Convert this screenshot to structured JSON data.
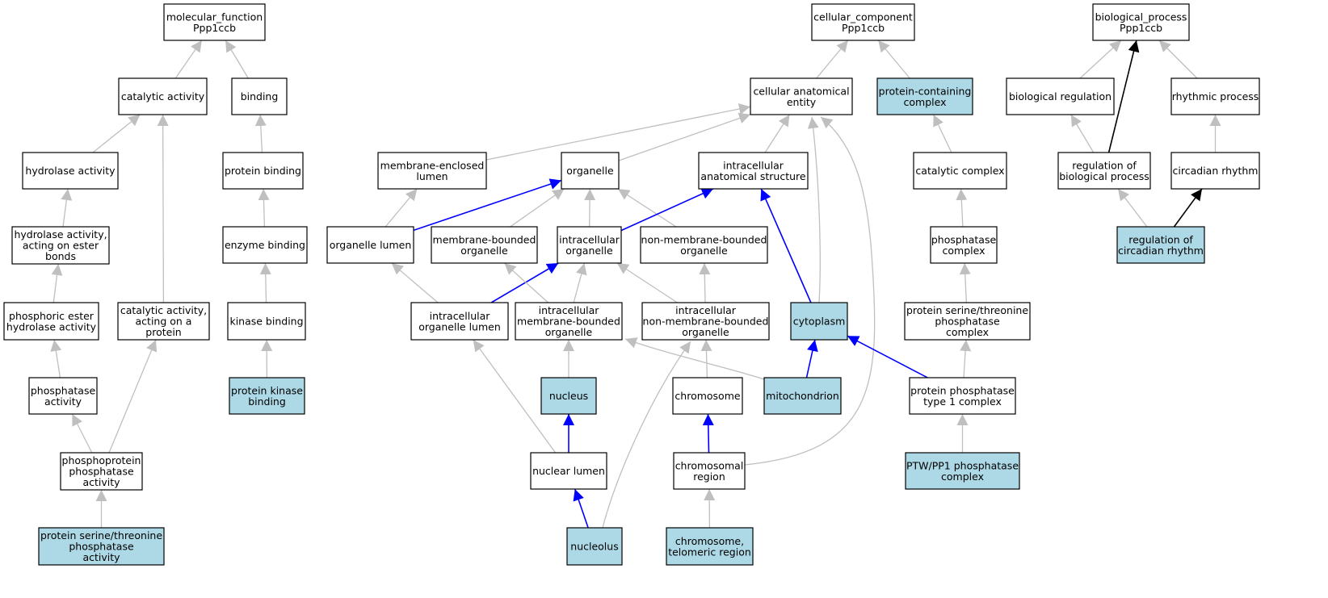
{
  "colors": {
    "annotated_fill": "#add8e6",
    "default_fill": "#ffffff",
    "edge_gray": "#bfbfbf",
    "edge_blue": "#0000ff",
    "edge_black": "#000000"
  },
  "nodes": [
    {
      "id": "mf_root",
      "lines": [
        "molecular_function",
        "Ppp1ccb"
      ],
      "annotated": false
    },
    {
      "id": "catalytic_activity",
      "lines": [
        "catalytic activity"
      ],
      "annotated": false
    },
    {
      "id": "binding",
      "lines": [
        "binding"
      ],
      "annotated": false
    },
    {
      "id": "hydrolase_activity",
      "lines": [
        "hydrolase activity"
      ],
      "annotated": false
    },
    {
      "id": "protein_binding",
      "lines": [
        "protein binding"
      ],
      "annotated": false
    },
    {
      "id": "hydrolase_ester",
      "lines": [
        "hydrolase activity,",
        "acting on ester",
        "bonds"
      ],
      "annotated": false
    },
    {
      "id": "enzyme_binding",
      "lines": [
        "enzyme binding"
      ],
      "annotated": false
    },
    {
      "id": "phosphoric_ester",
      "lines": [
        "phosphoric ester",
        "hydrolase activity"
      ],
      "annotated": false
    },
    {
      "id": "catalytic_on_protein",
      "lines": [
        "catalytic activity,",
        "acting on a",
        "protein"
      ],
      "annotated": false
    },
    {
      "id": "kinase_binding",
      "lines": [
        "kinase binding"
      ],
      "annotated": false
    },
    {
      "id": "phosphatase_activity",
      "lines": [
        "phosphatase",
        "activity"
      ],
      "annotated": false
    },
    {
      "id": "protein_kinase_binding",
      "lines": [
        "protein kinase",
        "binding"
      ],
      "annotated": true
    },
    {
      "id": "phosphoprotein_phosphatase",
      "lines": [
        "phosphoprotein",
        "phosphatase",
        "activity"
      ],
      "annotated": false
    },
    {
      "id": "ser_thr_phosphatase_activity",
      "lines": [
        "protein serine/threonine",
        "phosphatase",
        "activity"
      ],
      "annotated": true
    },
    {
      "id": "cc_root",
      "lines": [
        "cellular_component",
        "Ppp1ccb"
      ],
      "annotated": false
    },
    {
      "id": "cellular_anatomical_entity",
      "lines": [
        "cellular anatomical",
        "entity"
      ],
      "annotated": false
    },
    {
      "id": "protein_containing_complex",
      "lines": [
        "protein-containing",
        "complex"
      ],
      "annotated": true
    },
    {
      "id": "membrane_enclosed_lumen",
      "lines": [
        "membrane-enclosed",
        "lumen"
      ],
      "annotated": false
    },
    {
      "id": "organelle",
      "lines": [
        "organelle"
      ],
      "annotated": false
    },
    {
      "id": "intracellular_anatomical_structure",
      "lines": [
        "intracellular",
        "anatomical structure"
      ],
      "annotated": false
    },
    {
      "id": "catalytic_complex",
      "lines": [
        "catalytic complex"
      ],
      "annotated": false
    },
    {
      "id": "organelle_lumen",
      "lines": [
        "organelle lumen"
      ],
      "annotated": false
    },
    {
      "id": "membrane_bounded_organelle",
      "lines": [
        "membrane-bounded",
        "organelle"
      ],
      "annotated": false
    },
    {
      "id": "intracellular_organelle",
      "lines": [
        "intracellular",
        "organelle"
      ],
      "annotated": false
    },
    {
      "id": "non_membrane_bounded_organelle",
      "lines": [
        "non-membrane-bounded",
        "organelle"
      ],
      "annotated": false
    },
    {
      "id": "phosphatase_complex",
      "lines": [
        "phosphatase",
        "complex"
      ],
      "annotated": false
    },
    {
      "id": "intracellular_organelle_lumen",
      "lines": [
        "intracellular",
        "organelle lumen"
      ],
      "annotated": false
    },
    {
      "id": "intracellular_mb_organelle",
      "lines": [
        "intracellular",
        "membrane-bounded",
        "organelle"
      ],
      "annotated": false
    },
    {
      "id": "intracellular_nmb_organelle",
      "lines": [
        "intracellular",
        "non-membrane-bounded",
        "organelle"
      ],
      "annotated": false
    },
    {
      "id": "cytoplasm",
      "lines": [
        "cytoplasm"
      ],
      "annotated": true
    },
    {
      "id": "ser_thr_phosphatase_complex",
      "lines": [
        "protein serine/threonine",
        "phosphatase",
        "complex"
      ],
      "annotated": false
    },
    {
      "id": "nucleus",
      "lines": [
        "nucleus"
      ],
      "annotated": true
    },
    {
      "id": "chromosome",
      "lines": [
        "chromosome"
      ],
      "annotated": false
    },
    {
      "id": "mitochondrion",
      "lines": [
        "mitochondrion"
      ],
      "annotated": true
    },
    {
      "id": "pp1_complex",
      "lines": [
        "protein phosphatase",
        "type 1 complex"
      ],
      "annotated": false
    },
    {
      "id": "nuclear_lumen",
      "lines": [
        "nuclear lumen"
      ],
      "annotated": false
    },
    {
      "id": "chromosomal_region",
      "lines": [
        "chromosomal",
        "region"
      ],
      "annotated": false
    },
    {
      "id": "ptw_pp1_complex",
      "lines": [
        "PTW/PP1 phosphatase",
        "complex"
      ],
      "annotated": true
    },
    {
      "id": "nucleolus",
      "lines": [
        "nucleolus"
      ],
      "annotated": true
    },
    {
      "id": "telomeric_region",
      "lines": [
        "chromosome,",
        "telomeric region"
      ],
      "annotated": true
    },
    {
      "id": "bp_root",
      "lines": [
        "biological_process",
        "Ppp1ccb"
      ],
      "annotated": false
    },
    {
      "id": "biological_regulation",
      "lines": [
        "biological regulation"
      ],
      "annotated": false
    },
    {
      "id": "rhythmic_process",
      "lines": [
        "rhythmic process"
      ],
      "annotated": false
    },
    {
      "id": "regulation_biological_process",
      "lines": [
        "regulation of",
        "biological process"
      ],
      "annotated": false
    },
    {
      "id": "circadian_rhythm",
      "lines": [
        "circadian rhythm"
      ],
      "annotated": false
    },
    {
      "id": "regulation_circadian_rhythm",
      "lines": [
        "regulation of",
        "circadian rhythm"
      ],
      "annotated": true
    }
  ],
  "edges": [
    {
      "from": "catalytic_activity",
      "to": "mf_root",
      "kind": "is_a"
    },
    {
      "from": "binding",
      "to": "mf_root",
      "kind": "is_a"
    },
    {
      "from": "hydrolase_activity",
      "to": "catalytic_activity",
      "kind": "is_a"
    },
    {
      "from": "catalytic_on_protein",
      "to": "catalytic_activity",
      "kind": "is_a"
    },
    {
      "from": "protein_binding",
      "to": "binding",
      "kind": "is_a"
    },
    {
      "from": "hydrolase_ester",
      "to": "hydrolase_activity",
      "kind": "is_a"
    },
    {
      "from": "enzyme_binding",
      "to": "protein_binding",
      "kind": "is_a"
    },
    {
      "from": "phosphoric_ester",
      "to": "hydrolase_ester",
      "kind": "is_a"
    },
    {
      "from": "kinase_binding",
      "to": "enzyme_binding",
      "kind": "is_a"
    },
    {
      "from": "phosphatase_activity",
      "to": "phosphoric_ester",
      "kind": "is_a"
    },
    {
      "from": "protein_kinase_binding",
      "to": "kinase_binding",
      "kind": "is_a"
    },
    {
      "from": "phosphoprotein_phosphatase",
      "to": "phosphatase_activity",
      "kind": "is_a"
    },
    {
      "from": "phosphoprotein_phosphatase",
      "to": "catalytic_on_protein",
      "kind": "is_a"
    },
    {
      "from": "ser_thr_phosphatase_activity",
      "to": "phosphoprotein_phosphatase",
      "kind": "is_a"
    },
    {
      "from": "cellular_anatomical_entity",
      "to": "cc_root",
      "kind": "is_a"
    },
    {
      "from": "protein_containing_complex",
      "to": "cc_root",
      "kind": "is_a"
    },
    {
      "from": "membrane_enclosed_lumen",
      "to": "cellular_anatomical_entity",
      "kind": "is_a"
    },
    {
      "from": "organelle",
      "to": "cellular_anatomical_entity",
      "kind": "is_a"
    },
    {
      "from": "intracellular_anatomical_structure",
      "to": "cellular_anatomical_entity",
      "kind": "is_a"
    },
    {
      "from": "cytoplasm",
      "to": "cellular_anatomical_entity",
      "kind": "is_a"
    },
    {
      "from": "chromosomal_region",
      "to": "cellular_anatomical_entity",
      "kind": "is_a"
    },
    {
      "from": "catalytic_complex",
      "to": "protein_containing_complex",
      "kind": "is_a"
    },
    {
      "from": "organelle_lumen",
      "to": "membrane_enclosed_lumen",
      "kind": "is_a"
    },
    {
      "from": "organelle_lumen",
      "to": "organelle",
      "kind": "part_of"
    },
    {
      "from": "membrane_bounded_organelle",
      "to": "organelle",
      "kind": "is_a"
    },
    {
      "from": "intracellular_organelle",
      "to": "organelle",
      "kind": "is_a"
    },
    {
      "from": "non_membrane_bounded_organelle",
      "to": "organelle",
      "kind": "is_a"
    },
    {
      "from": "intracellular_organelle",
      "to": "intracellular_anatomical_structure",
      "kind": "part_of"
    },
    {
      "from": "cytoplasm",
      "to": "intracellular_anatomical_structure",
      "kind": "part_of"
    },
    {
      "from": "phosphatase_complex",
      "to": "catalytic_complex",
      "kind": "is_a"
    },
    {
      "from": "intracellular_organelle_lumen",
      "to": "organelle_lumen",
      "kind": "is_a"
    },
    {
      "from": "intracellular_organelle_lumen",
      "to": "intracellular_organelle",
      "kind": "part_of"
    },
    {
      "from": "intracellular_mb_organelle",
      "to": "membrane_bounded_organelle",
      "kind": "is_a"
    },
    {
      "from": "intracellular_mb_organelle",
      "to": "intracellular_organelle",
      "kind": "is_a"
    },
    {
      "from": "intracellular_nmb_organelle",
      "to": "intracellular_organelle",
      "kind": "is_a"
    },
    {
      "from": "intracellular_nmb_organelle",
      "to": "non_membrane_bounded_organelle",
      "kind": "is_a"
    },
    {
      "from": "ser_thr_phosphatase_complex",
      "to": "phosphatase_complex",
      "kind": "is_a"
    },
    {
      "from": "nucleus",
      "to": "intracellular_mb_organelle",
      "kind": "is_a"
    },
    {
      "from": "chromosome",
      "to": "intracellular_nmb_organelle",
      "kind": "is_a"
    },
    {
      "from": "mitochondrion",
      "to": "intracellular_mb_organelle",
      "kind": "is_a"
    },
    {
      "from": "mitochondrion",
      "to": "cytoplasm",
      "kind": "part_of"
    },
    {
      "from": "pp1_complex",
      "to": "ser_thr_phosphatase_complex",
      "kind": "is_a"
    },
    {
      "from": "pp1_complex",
      "to": "cytoplasm",
      "kind": "part_of"
    },
    {
      "from": "nuclear_lumen",
      "to": "intracellular_organelle_lumen",
      "kind": "is_a"
    },
    {
      "from": "nuclear_lumen",
      "to": "nucleus",
      "kind": "part_of"
    },
    {
      "from": "chromosomal_region",
      "to": "chromosome",
      "kind": "part_of"
    },
    {
      "from": "ptw_pp1_complex",
      "to": "pp1_complex",
      "kind": "is_a"
    },
    {
      "from": "nucleolus",
      "to": "nuclear_lumen",
      "kind": "part_of"
    },
    {
      "from": "nucleolus",
      "to": "intracellular_nmb_organelle",
      "kind": "is_a"
    },
    {
      "from": "telomeric_region",
      "to": "chromosomal_region",
      "kind": "is_a"
    },
    {
      "from": "biological_regulation",
      "to": "bp_root",
      "kind": "is_a"
    },
    {
      "from": "rhythmic_process",
      "to": "bp_root",
      "kind": "is_a"
    },
    {
      "from": "regulation_biological_process",
      "to": "biological_regulation",
      "kind": "is_a"
    },
    {
      "from": "regulation_biological_process",
      "to": "bp_root",
      "kind": "regulates"
    },
    {
      "from": "circadian_rhythm",
      "to": "rhythmic_process",
      "kind": "is_a"
    },
    {
      "from": "regulation_circadian_rhythm",
      "to": "regulation_biological_process",
      "kind": "is_a"
    },
    {
      "from": "regulation_circadian_rhythm",
      "to": "circadian_rhythm",
      "kind": "regulates"
    }
  ]
}
